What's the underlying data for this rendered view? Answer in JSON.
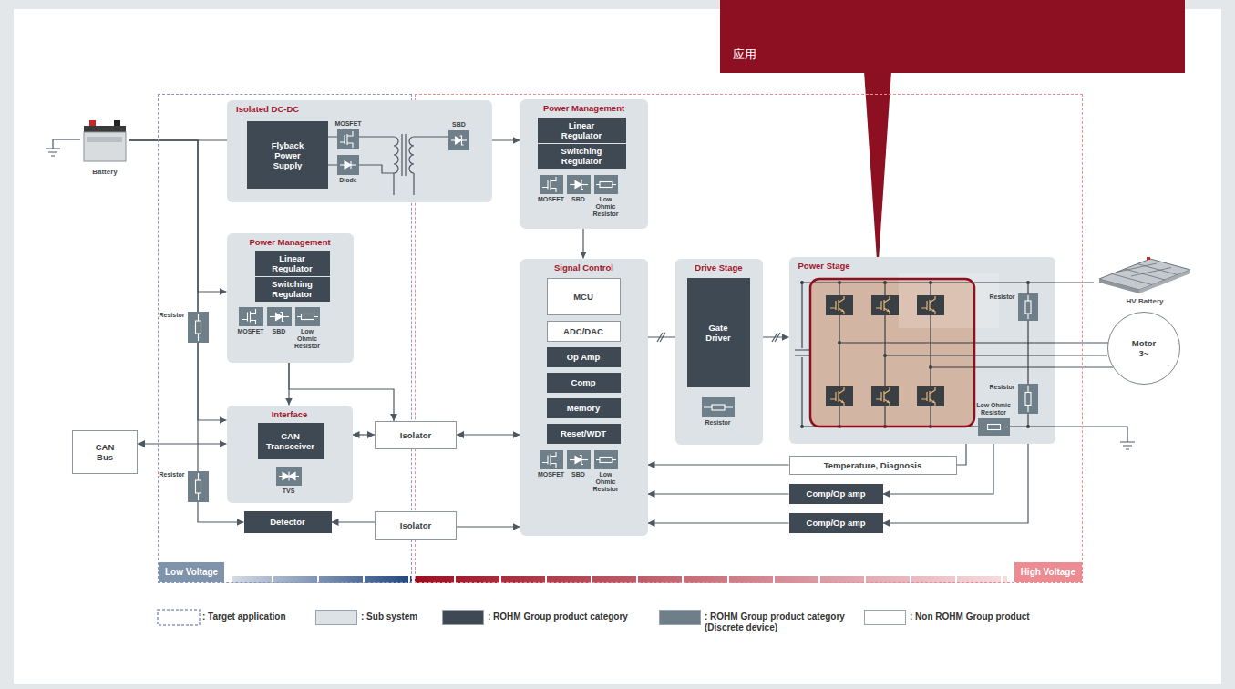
{
  "diagram": {
    "nodes": [
      {
        "text": [
          "应用"
        ]
      },
      {
        "text": [
          "Low Voltage"
        ]
      },
      {
        "text": [
          "High Voltage"
        ]
      },
      {
        "text": [
          "Battery"
        ]
      },
      {
        "text": [
          "Isolated DC-DC"
        ]
      },
      {
        "text": [
          "Flyback Power Supply"
        ],
        "in": 4
      },
      {
        "text": [
          "MOSFET"
        ],
        "in": 4
      },
      {
        "text": [
          "Diode"
        ],
        "in": 4
      },
      {
        "text": [
          "SBD"
        ],
        "in": 4
      },
      {
        "text": [
          "Power Management"
        ],
        "in": 2
      },
      {
        "text": [
          "Linear Regulator"
        ],
        "in": 9
      },
      {
        "text": [
          "Switching Regulator"
        ],
        "in": 9
      },
      {
        "text": [
          "MOSFET"
        ],
        "in": 9
      },
      {
        "text": [
          "SBD"
        ],
        "in": 9
      },
      {
        "text": [
          "Low Ohmic Resistor"
        ],
        "in": 9
      },
      {
        "text": [
          "Power Management"
        ],
        "in": 1
      },
      {
        "text": [
          "Linear Regulator"
        ],
        "in": 15
      },
      {
        "text": [
          "Switching Regulator"
        ],
        "in": 15
      },
      {
        "text": [
          "MOSFET"
        ],
        "in": 15
      },
      {
        "text": [
          "SBD"
        ],
        "in": 15
      },
      {
        "text": [
          "Low Ohmic Resistor"
        ],
        "in": 15
      },
      {
        "text": [
          "Resistor"
        ],
        "in": 1
      },
      {
        "text": [
          "Interface"
        ],
        "in": 1
      },
      {
        "text": [
          "CAN Transceiver"
        ],
        "in": 22
      },
      {
        "text": [
          "TVS"
        ],
        "in": 22
      },
      {
        "text": [
          "CAN Bus"
        ]
      },
      {
        "text": [
          "Resistor"
        ],
        "in": 1
      },
      {
        "text": [
          "Detector"
        ],
        "in": 1
      },
      {
        "text": [
          "Isolator"
        ]
      },
      {
        "text": [
          "Isolator"
        ]
      },
      {
        "text": [
          "Signal Control"
        ],
        "in": 2
      },
      {
        "text": [
          "MCU"
        ],
        "in": 30
      },
      {
        "text": [
          "ADC/DAC"
        ],
        "in": 30
      },
      {
        "text": [
          "Op Amp"
        ],
        "in": 30
      },
      {
        "text": [
          "Comp"
        ],
        "in": 30
      },
      {
        "text": [
          "Memory"
        ],
        "in": 30
      },
      {
        "text": [
          "Reset/WDT"
        ],
        "in": 30
      },
      {
        "text": [
          "MOSFET"
        ],
        "in": 30
      },
      {
        "text": [
          "SBD"
        ],
        "in": 30
      },
      {
        "text": [
          "Low Ohmic Resistor"
        ],
        "in": 30
      },
      {
        "text": [
          "Drive Stage"
        ],
        "in": 2
      },
      {
        "text": [
          "Gate Driver"
        ],
        "in": 40
      },
      {
        "text": [
          "Resistor"
        ],
        "in": 40
      },
      {
        "text": [
          "Power Stage"
        ],
        "in": 2
      },
      {
        "text": [
          "Resistor"
        ],
        "in": 43
      },
      {
        "text": [
          "Resistor"
        ],
        "in": 43
      },
      {
        "text": [
          "Low Ohmic Resistor"
        ],
        "in": 43
      },
      {
        "text": [
          "HV Battery"
        ]
      },
      {
        "text": [
          "Motor 3~"
        ]
      },
      {
        "text": [
          "Temperature, Diagnosis"
        ],
        "in": 2
      },
      {
        "text": [
          "Comp/Op amp"
        ],
        "in": 2
      },
      {
        "text": [
          "Comp/Op amp"
        ],
        "in": 2
      }
    ],
    "edges": [
      {
        "from": 3,
        "to": 5,
        "arrow": "to"
      },
      {
        "from": 3,
        "to": 15,
        "arrow": "to"
      },
      {
        "from": 3,
        "to": 22,
        "arrow": "to"
      },
      {
        "from": 3,
        "to": 27,
        "arrow": "to"
      },
      {
        "from": 8,
        "to": 9,
        "arrow": "to"
      },
      {
        "from": 15,
        "to": 22,
        "arrow": "to"
      },
      {
        "from": 15,
        "to": 28,
        "arrow": "to"
      },
      {
        "from": 25,
        "to": 22,
        "arrow": "both"
      },
      {
        "from": 22,
        "to": 28,
        "arrow": "both"
      },
      {
        "from": 28,
        "to": 30,
        "arrow": "both"
      },
      {
        "from": 29,
        "to": 27,
        "arrow": "to"
      },
      {
        "from": 29,
        "to": 30,
        "arrow": "to"
      },
      {
        "from": 9,
        "to": 30,
        "arrow": "to"
      },
      {
        "from": 30,
        "to": 41,
        "arrow": "to"
      },
      {
        "from": 41,
        "to": 43,
        "arrow": "to"
      },
      {
        "from": 49,
        "to": 30,
        "arrow": "to"
      },
      {
        "from": 43,
        "to": 49,
        "arrow": "none"
      },
      {
        "from": 50,
        "to": 30,
        "arrow": "to"
      },
      {
        "from": 46,
        "to": 50,
        "arrow": "to"
      },
      {
        "from": 51,
        "to": 30,
        "arrow": "to"
      },
      {
        "from": 45,
        "to": 51,
        "arrow": "to"
      },
      {
        "from": 43,
        "to": 47,
        "arrow": "none"
      },
      {
        "from": 43,
        "to": 48,
        "arrow": "none"
      }
    ],
    "legend": [
      {
        "text": ": Target application"
      },
      {
        "text": ": Sub system",
        "color": "#dde2e6"
      },
      {
        "text": ": ROHM Group product category",
        "color": "#3e4953"
      },
      {
        "text": ": ROHM Group product category (Discrete device)",
        "color": "#6e7f8a"
      },
      {
        "text": ": Non ROHM Group product",
        "color": "#ffffff"
      }
    ]
  }
}
